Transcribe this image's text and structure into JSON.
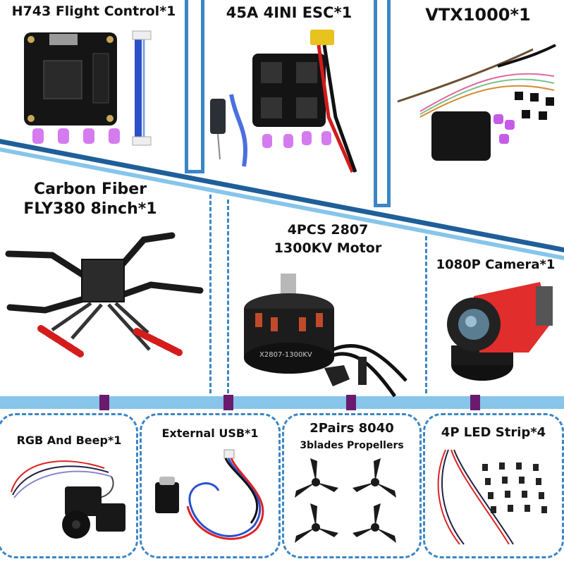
{
  "colors": {
    "accent_blue": "#3b86c6",
    "dark_blue": "#1f5f99",
    "light_blue": "#87c5ea",
    "connector_purple": "#6a1b6e"
  },
  "items": {
    "flight_controller": {
      "label": "H743 Flight Control*1"
    },
    "esc": {
      "label": "45A 4INI ESC*1"
    },
    "vtx": {
      "label": "VTX1000*1"
    },
    "frame": {
      "label_line1": "Carbon Fiber",
      "label_line2": "FLY380 8inch*1"
    },
    "motor": {
      "label_line1": "4PCS 2807",
      "label_line2": "1300KV Motor",
      "printed_text": "X2807-1300KV"
    },
    "camera": {
      "label": "1080P Camera*1"
    },
    "rgb_beep": {
      "label": "RGB And Beep*1"
    },
    "usb": {
      "label": "External USB*1"
    },
    "propellers": {
      "label_line1": "2Pairs 8040",
      "label_line2": "3blades Propellers"
    },
    "led_strip": {
      "label": "4P LED Strip*4"
    }
  }
}
